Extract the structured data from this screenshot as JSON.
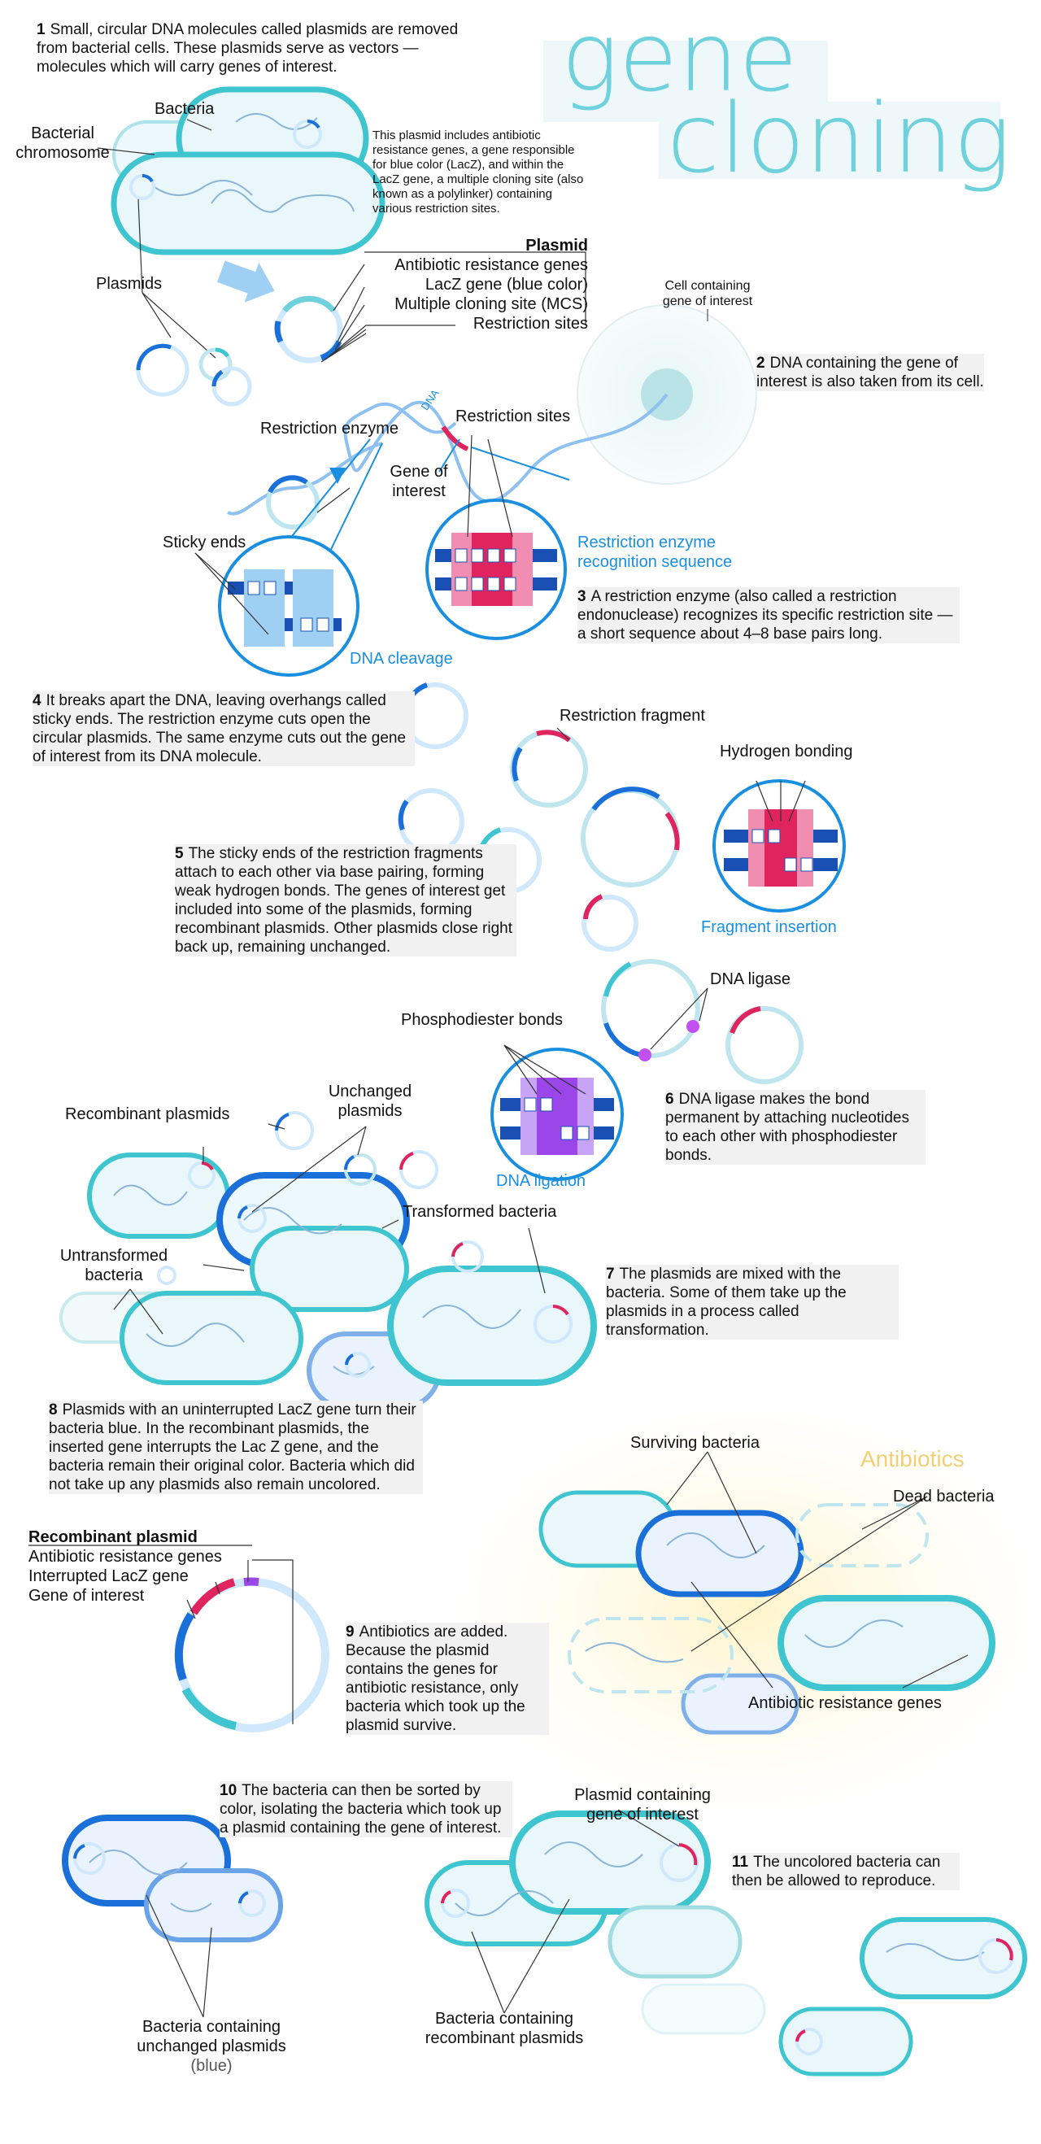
{
  "title": {
    "line1": "gene",
    "line2": "cloning"
  },
  "steps": {
    "s1": {
      "num": "1",
      "text": "Small, circular DNA molecules called plasmids are removed from bacterial cells. These plasmids serve as vectors — molecules which will carry genes of interest."
    },
    "s2": {
      "num": "2",
      "text": "DNA containing the gene of interest is also taken from its cell."
    },
    "s3": {
      "num": "3",
      "text": "A restriction enzyme (also called a restriction endonuclease) recognizes its specific restriction site — a short sequence about 4–8 base pairs long."
    },
    "s4": {
      "num": "4",
      "text": "It breaks apart the DNA, leaving overhangs called sticky ends. The restriction enzyme cuts open the circular plasmids. The same enzyme cuts out the gene of interest from its DNA molecule."
    },
    "s5": {
      "num": "5",
      "text": "The sticky ends of the restriction fragments attach to each other via base pairing, forming weak hydrogen bonds. The genes of interest get included into some of the plasmids, forming recombinant plasmids. Other plasmids close right back up, remaining unchanged."
    },
    "s6": {
      "num": "6",
      "text": "DNA ligase makes the bond permanent by attaching nucleotides to each other with phosphodiester bonds."
    },
    "s7": {
      "num": "7",
      "text": "The plasmids are mixed with the bacteria. Some of them take up the plasmids in a process called transformation."
    },
    "s8": {
      "num": "8",
      "text": "Plasmids with an uninterrupted LacZ gene turn their bacteria blue. In the recombinant plasmids, the inserted gene interrupts the Lac Z gene, and the bacteria remain their original color. Bacteria which did not take up any plasmids also remain uncolored."
    },
    "s9": {
      "num": "9",
      "text": "Antibiotics are added. Because the plasmid contains the genes for antibiotic resistance, only bacteria which took up the plasmid survive."
    },
    "s10": {
      "num": "10",
      "text": "The bacteria can then be sorted by color, isolating the bacteria which took up a plasmid containing the gene of interest."
    },
    "s11": {
      "num": "11",
      "text": "The uncolored bacteria can then be allowed to reproduce."
    }
  },
  "plasmid_note": "This plasmid includes antibiotic resistance genes, a gene responsible for blue color (LacZ), and within the LacZ gene, a multiple cloning site (also known as a polylinker) containing various restriction sites.",
  "labels": {
    "bacteria": "Bacteria",
    "bacterial_chromosome": "Bacterial chromosome",
    "plasmids": "Plasmids",
    "plasmid_header": "Plasmid",
    "antibiotic_resistance_genes": "Antibiotic resistance genes",
    "lacz_gene": "LacZ gene (blue color)",
    "mcs": "Multiple cloning site (MCS)",
    "restriction_sites_legend": "Restriction sites",
    "cell_gene": "Cell containing gene of interest",
    "dna": "DNA",
    "restriction_enzyme": "Restriction enzyme",
    "restriction_sites": "Restriction sites",
    "gene_of_interest": "Gene of interest",
    "sticky_ends": "Sticky ends",
    "recognition_sequence": "Restriction enzyme recognition sequence",
    "dna_cleavage": "DNA cleavage",
    "restriction_fragment": "Restriction fragment",
    "hydrogen_bonding": "Hydrogen bonding",
    "fragment_insertion": "Fragment insertion",
    "dna_ligase": "DNA ligase",
    "phosphodiester_bonds": "Phosphodiester bonds",
    "dna_ligation": "DNA ligation",
    "recombinant_plasmids": "Recombinant plasmids",
    "unchanged_plasmids": "Unchanged plasmids",
    "transformed_bacteria": "Transformed bacteria",
    "untransformed_bacteria": "Untransformed bacteria",
    "surviving_bacteria": "Surviving bacteria",
    "antibiotics": "Antibiotics",
    "dead_bacteria": "Dead bacteria",
    "recombinant_plasmid_header": "Recombinant plasmid",
    "rp_antibiotic": "Antibiotic resistance genes",
    "rp_interrupted": "Interrupted LacZ gene",
    "rp_gene": "Gene of interest",
    "antibiotic_resistance_genes_2": "Antibiotic resistance genes",
    "plasmid_containing_gene": "Plasmid containing gene of interest",
    "bacteria_unchanged": "Bacteria containing unchanged plasmids",
    "blue": "(blue)",
    "bacteria_recombinant": "Bacteria containing recombinant plasmids"
  },
  "colors": {
    "teal": "#3ec5cf",
    "blue": "#1a6fd8",
    "red": "#e0245e",
    "pink": "#f08db0",
    "light_blue": "#c9e7fb",
    "purple": "#9b46e8",
    "title": "#6fd1dc"
  }
}
